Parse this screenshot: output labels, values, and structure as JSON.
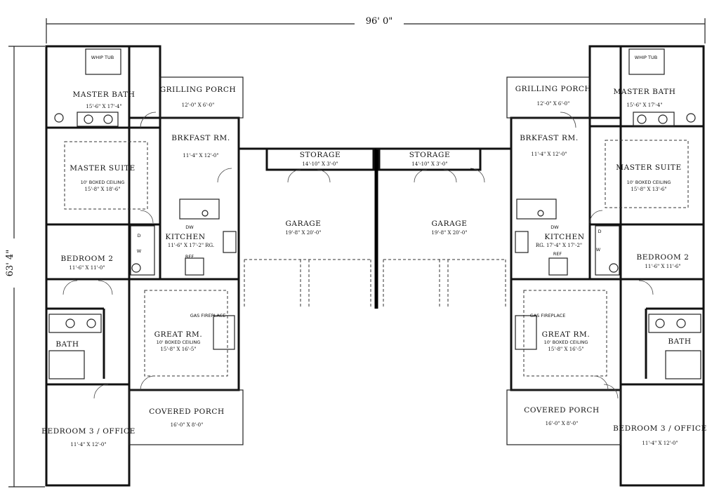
{
  "overall": {
    "width": "96' 0\"",
    "depth": "63' 4\""
  },
  "units": [
    {
      "id": "left",
      "rooms": {
        "master_bath": {
          "name": "MASTER BATH",
          "dim": "15'-6\" X 17'-4\""
        },
        "whirlpool": {
          "name": "WHIP TUB"
        },
        "grilling_porch": {
          "name": "GRILLING PORCH",
          "dim": "12'-0\" X 6'-0\""
        },
        "brkfast": {
          "name": "BRKFAST RM.",
          "dim": "11'-4\" X 12'-0\""
        },
        "master_suite": {
          "name": "MASTER SUITE",
          "note": "10' BOXED CEILING",
          "dim": "15'-8\" X 18'-6\""
        },
        "kitchen": {
          "name": "KITCHEN",
          "dim": "11'-6\" X 17'-2\" RG."
        },
        "bedroom2": {
          "name": "BEDROOM 2",
          "dim": "11'-6\" X 11'-0\""
        },
        "bath": {
          "name": "BATH"
        },
        "great_room": {
          "name": "GREAT RM.",
          "note": "10' BOXED CEILING",
          "dim": "15'-8\" X 16'-5\""
        },
        "fireplace": {
          "name": "GAS FIREPLACE"
        },
        "covered_porch": {
          "name": "COVERED PORCH",
          "dim": "16'-0\" X 8'-0\""
        },
        "bedroom3": {
          "name": "BEDROOM 3 / OFFICE",
          "dim": "11'-4\" X 12'-0\""
        },
        "storage": {
          "name": "STORAGE",
          "dim": "14'-10\" X 3'-0\""
        },
        "garage": {
          "name": "GARAGE",
          "dim": "19'-8\" X 20'-0\""
        }
      },
      "fixtures": {
        "dw": "DW",
        "ref": "REF",
        "d": "D",
        "w": "W"
      }
    },
    {
      "id": "right",
      "rooms": {
        "master_bath": {
          "name": "MASTER BATH",
          "dim": "15'-6\" X 17'-4\""
        },
        "whirlpool": {
          "name": "WHIP TUB"
        },
        "grilling_porch": {
          "name": "GRILLING PORCH",
          "dim": "12'-0\" X 6'-0\""
        },
        "brkfast": {
          "name": "BRKFAST RM.",
          "dim": "11'-4\" X 12'-0\""
        },
        "master_suite": {
          "name": "MASTER SUITE",
          "note": "10' BOXED CEILING",
          "dim": "15'-8\" X 13'-6\""
        },
        "kitchen": {
          "name": "KITCHEN",
          "dim": "RG. 17'-4\" X 17'-2\""
        },
        "bedroom2": {
          "name": "BEDROOM 2",
          "dim": "11'-6\" X 11'-6\""
        },
        "bath": {
          "name": "BATH"
        },
        "great_room": {
          "name": "GREAT RM.",
          "note": "10' BOXED CEILING",
          "dim": "15'-8\" X 16'-5\""
        },
        "fireplace": {
          "name": "GAS FIREPLACE"
        },
        "covered_porch": {
          "name": "COVERED PORCH",
          "dim": "16'-0\" X 8'-0\""
        },
        "bedroom3": {
          "name": "BEDROOM 3 / OFFICE",
          "dim": "11'-4\" X 12'-0\""
        },
        "storage": {
          "name": "STORAGE",
          "dim": "14'-10\" X 3'-0\""
        },
        "garage": {
          "name": "GARAGE",
          "dim": "19'-8\" X 20'-0\""
        }
      },
      "fixtures": {
        "dw": "DW",
        "ref": "REF",
        "d": "D",
        "w": "W"
      }
    }
  ]
}
